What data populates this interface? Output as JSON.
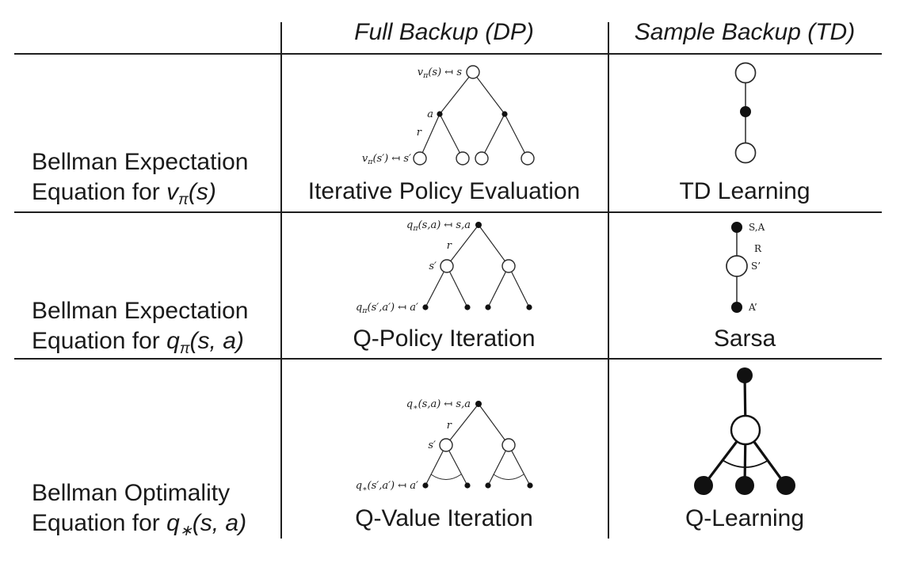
{
  "header": {
    "full_backup": "Full Backup (DP)",
    "sample_backup": "Sample Backup (TD)"
  },
  "rows": [
    {
      "label_line1": "Bellman Expectation",
      "label_line2_prefix": "Equation for ",
      "label_var": "v",
      "label_sub": "π",
      "label_args": "(s)",
      "dp_caption": "Iterative Policy Evaluation",
      "td_caption": "TD Learning"
    },
    {
      "label_line1": "Bellman Expectation",
      "label_line2_prefix": "Equation for ",
      "label_var": "q",
      "label_sub": "π",
      "label_args": "(s, a)",
      "dp_caption": "Q-Policy Iteration",
      "td_caption": "Sarsa"
    },
    {
      "label_line1": "Bellman Optimality",
      "label_line2_prefix": "Equation for ",
      "label_var": "q",
      "label_sub": "∗",
      "label_args": "(s, a)",
      "dp_caption": "Q-Value Iteration",
      "td_caption": "Q-Learning"
    }
  ],
  "diagrams": {
    "vpi": {
      "root_var": "v",
      "root_sub": "π",
      "root_rest": "(s) ↤ s",
      "action": "a",
      "reward": "r",
      "leaf_var": "v",
      "leaf_sub": "π",
      "leaf_rest": "(s′) ↤ s′"
    },
    "qpi": {
      "root_var": "q",
      "root_sub": "π",
      "root_rest": "(s,a) ↤ s,a",
      "reward": "r",
      "state": "s′",
      "leaf_var": "q",
      "leaf_sub": "π",
      "leaf_rest": "(s′,a′) ↤ a′"
    },
    "qstar": {
      "root_var": "q",
      "root_sub": "∗",
      "root_rest": "(s,a) ↤ s,a",
      "reward": "r",
      "state": "s′",
      "leaf_var": "q",
      "leaf_sub": "∗",
      "leaf_rest": "(s′,a′) ↤ a′"
    },
    "sarsa": {
      "top": "S,A",
      "reward": "R",
      "state": "S’",
      "bottom": "A’"
    }
  }
}
